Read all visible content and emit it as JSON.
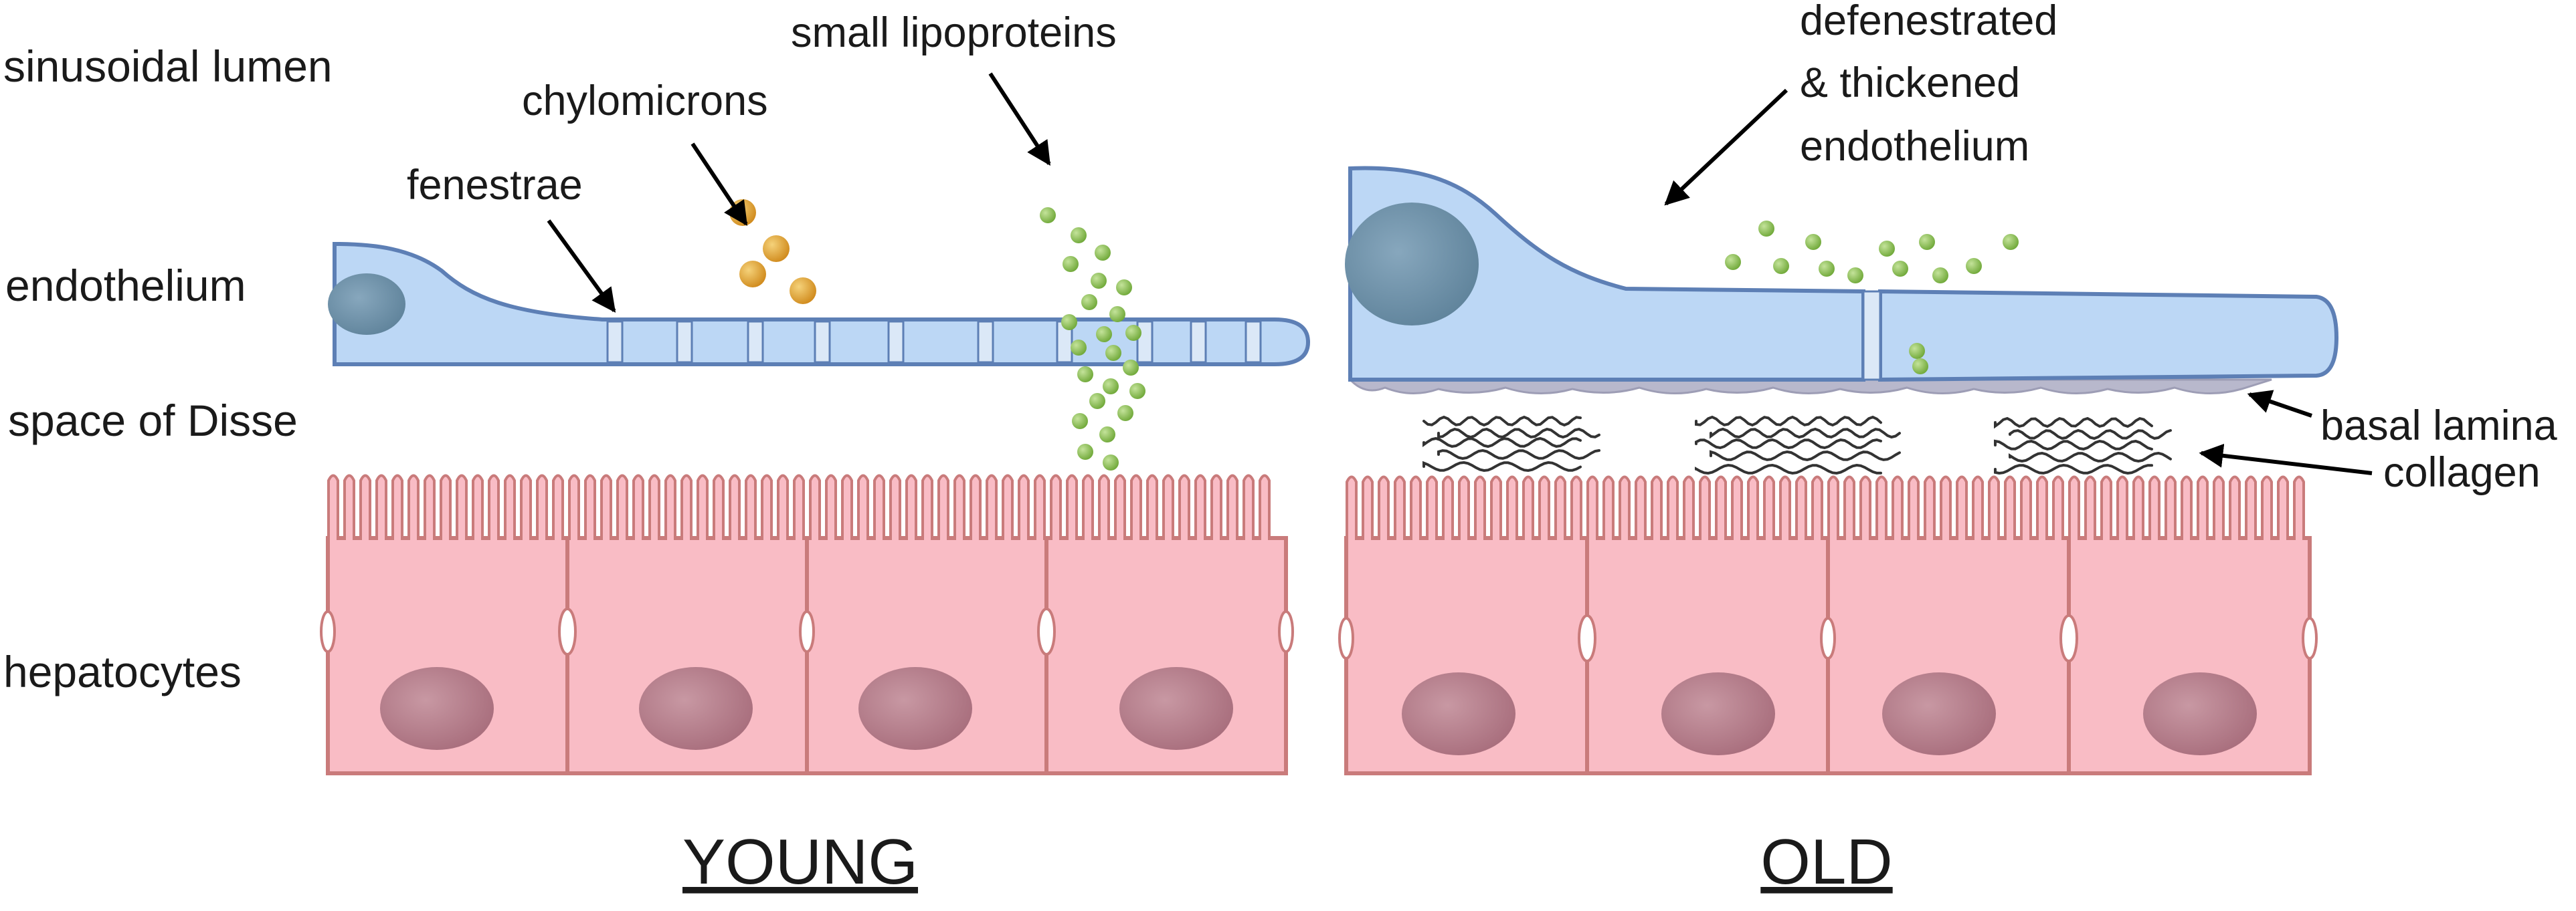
{
  "region_labels": {
    "sinusoidal_lumen": "sinusoidal lumen",
    "endothelium": "endothelium",
    "space_of_disse": "space of Disse",
    "hepatocytes": "hepatocytes"
  },
  "callouts": {
    "chylomicrons": "chylomicrons",
    "small_lipoproteins": "small lipoproteins",
    "fenestrae": "fenestrae",
    "defenestrated_line1": "defenestrated",
    "defenestrated_line2": "& thickened",
    "defenestrated_line3": "endothelium",
    "basal_lamina": "basal lamina",
    "collagen": "collagen"
  },
  "panels": {
    "young": "YOUNG",
    "old": "OLD"
  },
  "colors": {
    "endothelium_fill": "#bcd7f5",
    "endothelium_stroke": "#5d7fb5",
    "nucleus_endo": "#6f93ad",
    "hepatocyte_fill": "#f9bcc5",
    "hepatocyte_stroke": "#c97b7b",
    "hepatocyte_nucleus": "#b97c8a",
    "chylomicron": "#e0a030",
    "lipoprotein": "#8cc152",
    "basal_lamina": "#b8b8cc",
    "collagen": "#333333"
  }
}
